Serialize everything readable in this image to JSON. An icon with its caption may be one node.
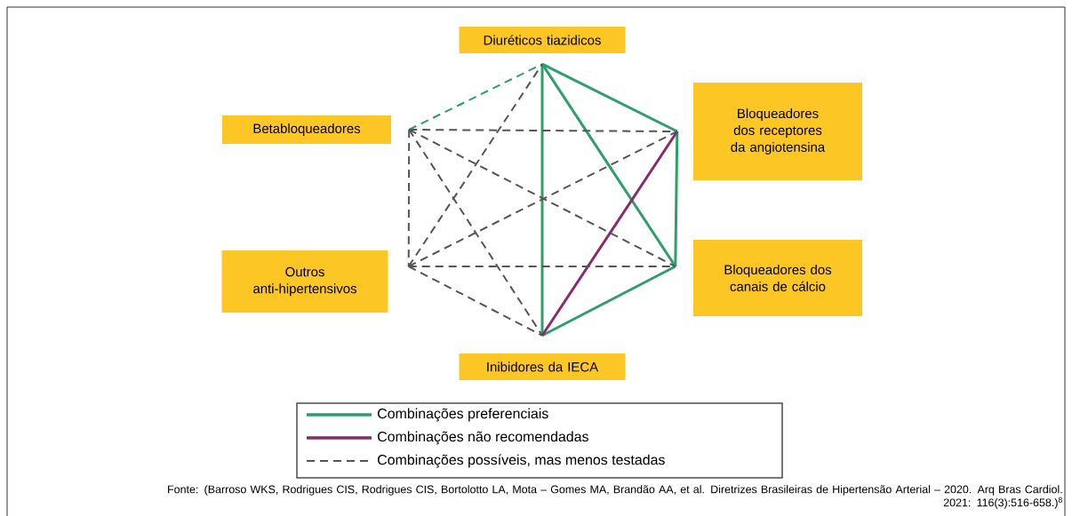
{
  "diagram": {
    "nodes": [
      {
        "text": [
          "Diuréticos tiazidicos"
        ]
      },
      {
        "text": [
          "Betabloqueadores"
        ]
      },
      {
        "text": [
          "Bloqueadores dos receptores da angiotensina"
        ]
      },
      {
        "text": [
          "Outros anti-hipertensivos"
        ]
      },
      {
        "text": [
          "Bloqueadores dos canais de cálcio"
        ]
      },
      {
        "text": [
          "Inibidores da IECA"
        ]
      }
    ],
    "edges": [
      {
        "from": 0,
        "to": 2,
        "arrow": "none",
        "color": "#2e9e6b"
      },
      {
        "from": 0,
        "to": 4,
        "arrow": "none",
        "color": "#2e9e6b"
      },
      {
        "from": 0,
        "to": 5,
        "arrow": "none",
        "color": "#2e9e6b"
      },
      {
        "from": 2,
        "to": 4,
        "arrow": "none",
        "color": "#2e9e6b"
      },
      {
        "from": 4,
        "to": 5,
        "arrow": "none",
        "color": "#2e9e6b"
      },
      {
        "from": 2,
        "to": 5,
        "arrow": "none",
        "color": "#8b2a6b"
      },
      {
        "from": 1,
        "to": 0,
        "arrow": "none",
        "style": "dashed",
        "color": "#2e9e6b"
      },
      {
        "from": 1,
        "to": 2,
        "arrow": "none",
        "style": "dashed"
      },
      {
        "from": 1,
        "to": 3,
        "arrow": "none",
        "style": "dashed"
      },
      {
        "from": 1,
        "to": 4,
        "arrow": "none",
        "style": "dashed"
      },
      {
        "from": 1,
        "to": 5,
        "arrow": "none",
        "style": "dashed"
      },
      {
        "from": 3,
        "to": 0,
        "arrow": "none",
        "style": "dashed"
      },
      {
        "from": 3,
        "to": 2,
        "arrow": "none",
        "style": "dashed"
      },
      {
        "from": 3,
        "to": 4,
        "arrow": "none",
        "style": "dashed"
      },
      {
        "from": 3,
        "to": 5,
        "arrow": "none",
        "style": "dashed"
      }
    ],
    "labels": [
      "Fonte: (Barroso WKS, Rodrigues CIS, Rodrigues CIS, Bortolotto LA, Mota – Gomes MA, Brandão AA, et al. Diretrizes Brasileiras de Hipertensão Arterial – 2020. Arq Bras Cardiol. 2021: 116(3):516-658.)$^{8}$"
    ],
    "legend": [
      {
        "text": "Combinações preferenciais"
      },
      {
        "text": "Combinações não recomendadas"
      },
      {
        "text": "Combinações possíveis, mas menos testadas"
      }
    ]
  }
}
